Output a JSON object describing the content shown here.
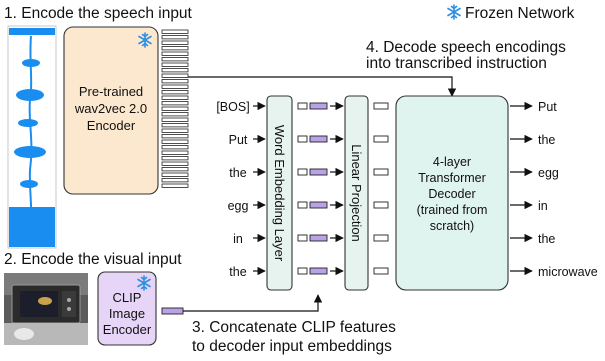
{
  "steps": {
    "encode_speech": "1. Encode the speech input",
    "encode_visual": "2. Encode the visual input",
    "concat_line1": "3. Concatenate CLIP features",
    "concat_line2": "to decoder input embeddings",
    "decode_line1": "4. Decode speech encodings",
    "decode_line2": "into transcribed instruction"
  },
  "legend": {
    "frozen_label": "Frozen Network",
    "icon": "snowflake-icon"
  },
  "wav2vec": {
    "line1": "Pre-trained",
    "line2": "wav2vec 2.0",
    "line3": "Encoder"
  },
  "clip": {
    "line1": "CLIP",
    "line2": "Image",
    "line3": "Encoder"
  },
  "embedding_layer": "Word Embedding Layer",
  "linear_projection": "Linear Projection",
  "decoder": {
    "line1": "4-layer",
    "line2": "Transformer",
    "line3": "Decoder",
    "line4": "(trained from",
    "line5": "scratch)"
  },
  "input_tokens": [
    "[BOS]",
    "Put",
    "the",
    "egg",
    "in",
    "the"
  ],
  "output_tokens": [
    "Put",
    "the",
    "egg",
    "in",
    "the",
    "microwave"
  ],
  "colors": {
    "wav2vec_fill": "#fbe8cf",
    "clip_fill": "#e7d5f7",
    "decoder_fill": "#dff3ef",
    "layer_fill": "#e7f3ee",
    "purple_vector": "#b9a3e6",
    "snowflake": "#2f8fe0",
    "waveform_blue": "#1a8ef0"
  }
}
